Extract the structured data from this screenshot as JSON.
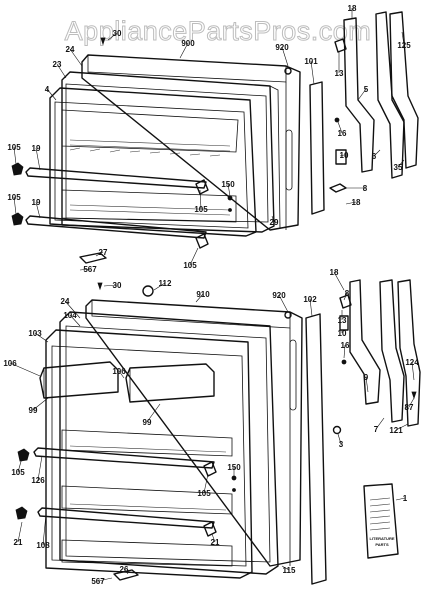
{
  "watermark": "AppliancePartsPros.com",
  "literature_text": [
    "LITERATURE",
    "PARTS"
  ],
  "callouts": [
    {
      "id": "c-18-top",
      "text": "18"
    },
    {
      "id": "c-30-top",
      "text": "30"
    },
    {
      "id": "c-900",
      "text": "900"
    },
    {
      "id": "c-920-top",
      "text": "920"
    },
    {
      "id": "c-125",
      "text": "125"
    },
    {
      "id": "c-24-top",
      "text": "24"
    },
    {
      "id": "c-23",
      "text": "23"
    },
    {
      "id": "c-4",
      "text": "4"
    },
    {
      "id": "c-101",
      "text": "101"
    },
    {
      "id": "c-13",
      "text": "13"
    },
    {
      "id": "c-5",
      "text": "5"
    },
    {
      "id": "c-16-top",
      "text": "16"
    },
    {
      "id": "c-10-top",
      "text": "10"
    },
    {
      "id": "c-6",
      "text": "6"
    },
    {
      "id": "c-35",
      "text": "35"
    },
    {
      "id": "c-8-top",
      "text": "8"
    },
    {
      "id": "c-18-mid",
      "text": "18"
    },
    {
      "id": "c-105-a",
      "text": "105"
    },
    {
      "id": "c-19-a",
      "text": "19"
    },
    {
      "id": "c-150-top",
      "text": "150"
    },
    {
      "id": "c-105-b",
      "text": "105"
    },
    {
      "id": "c-19-b",
      "text": "19"
    },
    {
      "id": "c-105-c",
      "text": "105"
    },
    {
      "id": "c-29",
      "text": "29"
    },
    {
      "id": "c-27",
      "text": "27"
    },
    {
      "id": "c-105-d",
      "text": "105"
    },
    {
      "id": "c-567-top",
      "text": "567"
    },
    {
      "id": "c-112",
      "text": "112"
    },
    {
      "id": "c-30-bot",
      "text": "30"
    },
    {
      "id": "c-910",
      "text": "910"
    },
    {
      "id": "c-920-bot",
      "text": "920"
    },
    {
      "id": "c-18-low",
      "text": "18"
    },
    {
      "id": "c-8-low",
      "text": "8"
    },
    {
      "id": "c-24-bot",
      "text": "24"
    },
    {
      "id": "c-102",
      "text": "102"
    },
    {
      "id": "c-104",
      "text": "104"
    },
    {
      "id": "c-103",
      "text": "103"
    },
    {
      "id": "c-13-low",
      "text": "13"
    },
    {
      "id": "c-10-low",
      "text": "10"
    },
    {
      "id": "c-16-low",
      "text": "16"
    },
    {
      "id": "c-106-a",
      "text": "106"
    },
    {
      "id": "c-106-b",
      "text": "106"
    },
    {
      "id": "c-124",
      "text": "124"
    },
    {
      "id": "c-9",
      "text": "9"
    },
    {
      "id": "c-99-a",
      "text": "99"
    },
    {
      "id": "c-99-b",
      "text": "99"
    },
    {
      "id": "c-87",
      "text": "87"
    },
    {
      "id": "c-3",
      "text": "3"
    },
    {
      "id": "c-7",
      "text": "7"
    },
    {
      "id": "c-121",
      "text": "121"
    },
    {
      "id": "c-105-e",
      "text": "105"
    },
    {
      "id": "c-150-bot",
      "text": "150"
    },
    {
      "id": "c-126",
      "text": "126"
    },
    {
      "id": "c-105-f",
      "text": "105"
    },
    {
      "id": "c-1",
      "text": "1"
    },
    {
      "id": "c-21-a",
      "text": "21"
    },
    {
      "id": "c-108",
      "text": "108"
    },
    {
      "id": "c-21-b",
      "text": "21"
    },
    {
      "id": "c-26",
      "text": "26"
    },
    {
      "id": "c-567-bot",
      "text": "567"
    },
    {
      "id": "c-115",
      "text": "115"
    }
  ]
}
